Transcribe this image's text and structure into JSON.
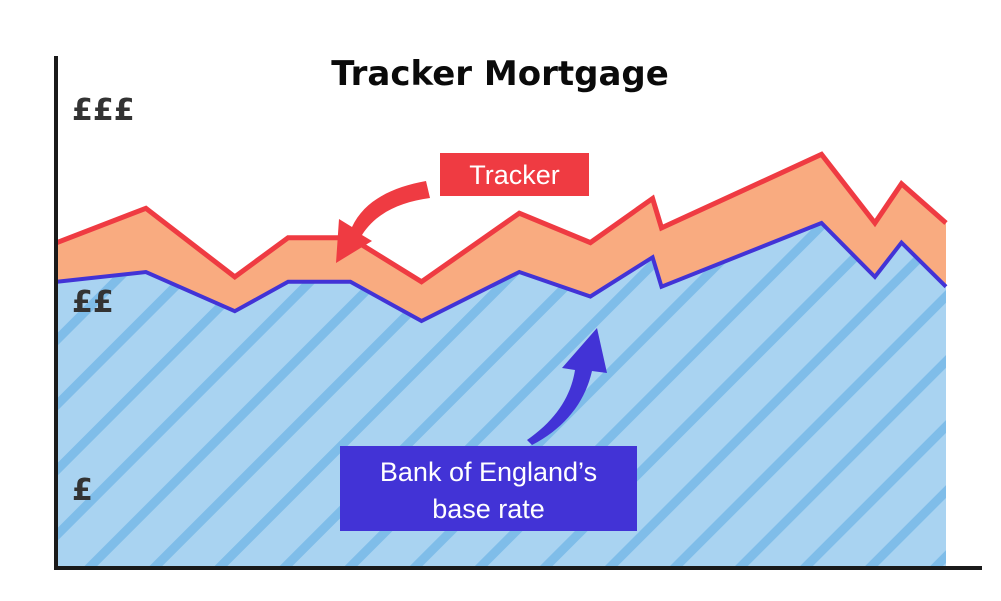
{
  "chart_data": {
    "type": "area",
    "title": "Tracker Mortgage",
    "y_tick_labels": [
      "£££",
      "££",
      "£"
    ],
    "xlim": [
      0,
      100
    ],
    "ylim": [
      0,
      100
    ],
    "grid": false,
    "x": [
      0,
      10,
      20,
      26,
      33,
      41,
      52,
      60,
      67,
      68,
      86,
      92,
      95,
      100
    ],
    "series": [
      {
        "values": [
          58,
          60,
          52,
          58,
          58,
          50,
          60,
          55,
          63,
          57,
          70,
          59,
          66,
          57
        ]
      },
      {
        "values": [
          66,
          73,
          59,
          67,
          67,
          58,
          72,
          66,
          75,
          69,
          84,
          70,
          78,
          70
        ]
      }
    ],
    "annotations": [
      {
        "text": [
          "Tracker"
        ],
        "color": "#ef3b42"
      },
      {
        "text": [
          "Bank of England’s",
          "base rate"
        ],
        "color": "#4233d6"
      }
    ],
    "colors": {
      "base_fill": "#a9d3f1",
      "base_stripe": "#7fbde9",
      "base_line": "#4233d6",
      "tracker_fill": "#f9ab80",
      "tracker_line": "#ef3b42",
      "axis": "#1a1a1a"
    }
  }
}
